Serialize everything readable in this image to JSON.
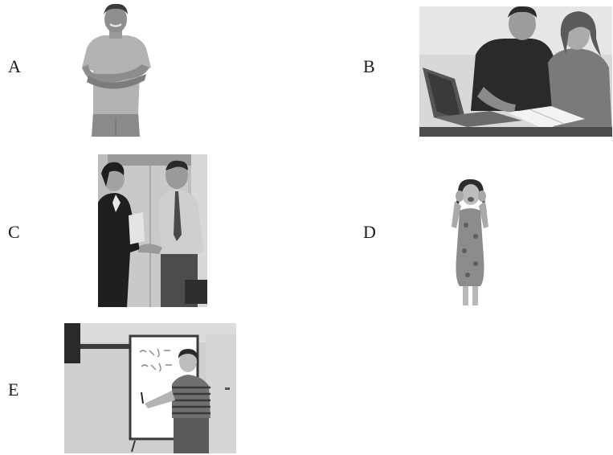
{
  "options": [
    {
      "letter": "A",
      "photo": "man-arms-crossed-photo"
    },
    {
      "letter": "B",
      "photo": "two-students-laptop-photo"
    },
    {
      "letter": "C",
      "photo": "business-handshake-photo"
    },
    {
      "letter": "D",
      "photo": "girl-calling-out-photo"
    },
    {
      "letter": "E",
      "photo": "teacher-whiteboard-photo"
    }
  ]
}
